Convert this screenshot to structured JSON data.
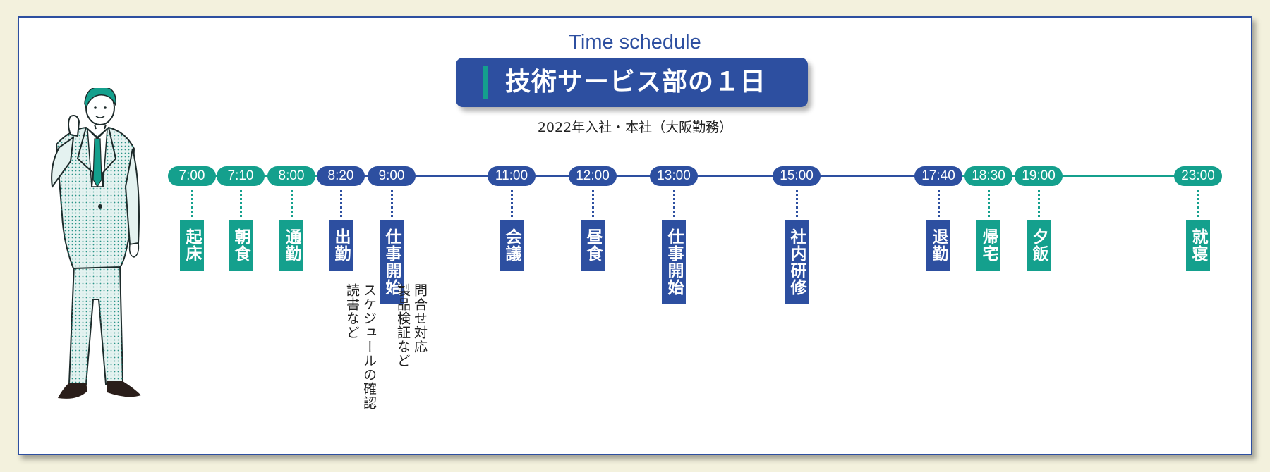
{
  "eyebrow": "Time schedule",
  "title": "技術サービス部の１日",
  "subtitle": "2022年入社・本社（大阪勤務）",
  "colors": {
    "blue": "#2d4fa0",
    "teal": "#14a08d",
    "background": "#f3f1dd"
  },
  "events": [
    {
      "time": "7:00",
      "label": "起床",
      "color": "teal"
    },
    {
      "time": "7:10",
      "label": "朝食",
      "color": "teal"
    },
    {
      "time": "8:00",
      "label": "通勤",
      "color": "teal"
    },
    {
      "time": "8:20",
      "label": "出勤",
      "color": "blue",
      "note": [
        "スケジュールの確認",
        "読書など"
      ]
    },
    {
      "time": "9:00",
      "label": "仕事開始",
      "color": "blue",
      "note": [
        "問合せ対応",
        "製品検証など"
      ]
    },
    {
      "time": "11:00",
      "label": "会議",
      "color": "blue"
    },
    {
      "time": "12:00",
      "label": "昼食",
      "color": "blue"
    },
    {
      "time": "13:00",
      "label": "仕事開始",
      "color": "blue"
    },
    {
      "time": "15:00",
      "label": "社内研修",
      "color": "blue"
    },
    {
      "time": "17:40",
      "label": "退勤",
      "color": "blue"
    },
    {
      "time": "18:30",
      "label": "帰宅",
      "color": "teal"
    },
    {
      "time": "19:00",
      "label": "夕飯",
      "color": "teal"
    },
    {
      "time": "23:00",
      "label": "就寝",
      "color": "teal"
    }
  ]
}
